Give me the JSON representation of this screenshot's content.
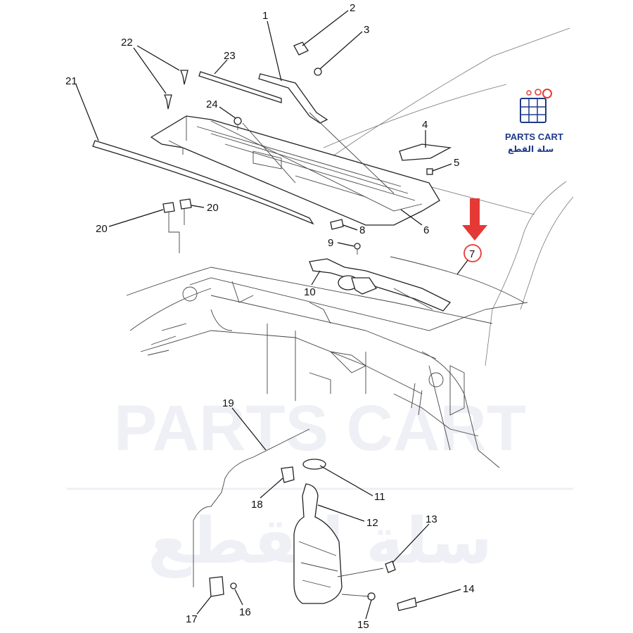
{
  "logo": {
    "name_en": "PARTS CART",
    "name_ar": "سلة القطع",
    "accent": "#e53935",
    "brand": "#1f3a8a"
  },
  "watermark": {
    "line1": "PARTS CART",
    "line2": "سلة القطع",
    "color": "#eef0f6"
  },
  "highlight": {
    "callout": "7",
    "arrow_color": "#e53935"
  },
  "callouts": [
    "1",
    "2",
    "3",
    "4",
    "5",
    "6",
    "7",
    "8",
    "9",
    "10",
    "11",
    "12",
    "13",
    "14",
    "15",
    "16",
    "17",
    "18",
    "19",
    "20",
    "20",
    "21",
    "22",
    "23",
    "24"
  ]
}
